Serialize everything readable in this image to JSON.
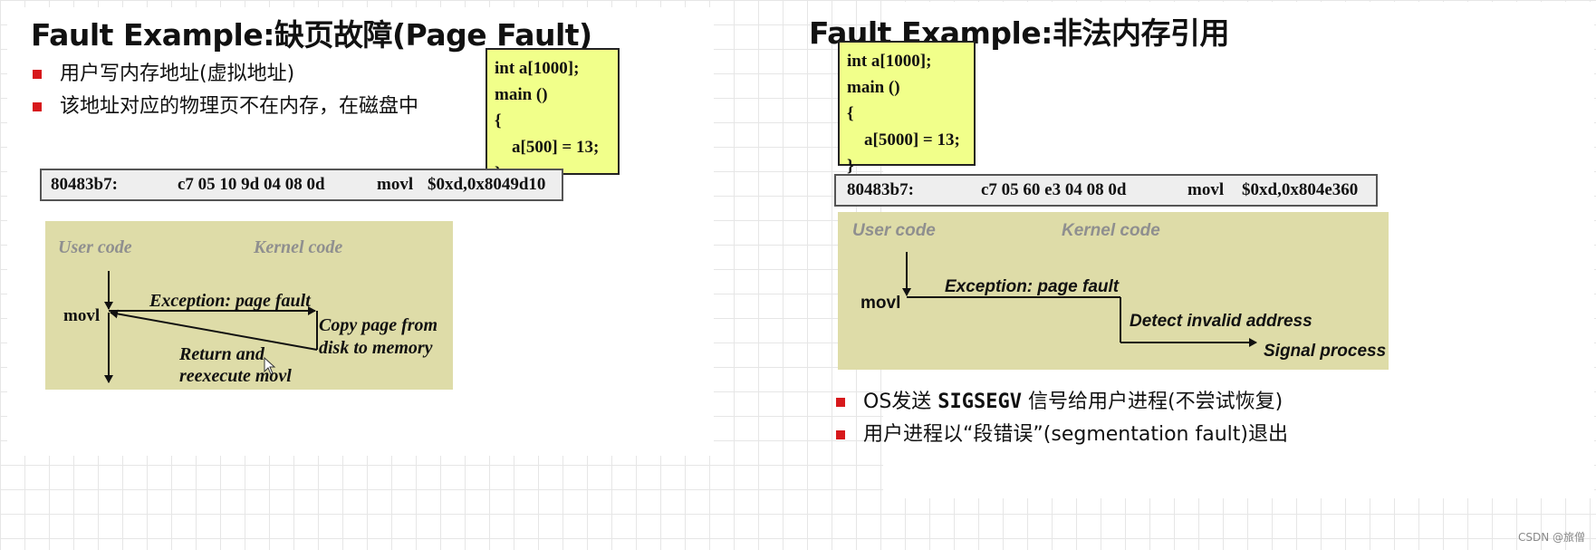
{
  "left": {
    "title": "Fault Example:缺页故障(Page Fault)",
    "bullets": [
      "用户写内存地址(虚拟地址)",
      "该地址对应的物理页不在内存，在磁盘中"
    ],
    "code": [
      "int a[1000];",
      "main ()",
      "{",
      "    a[500] = 13;",
      "}"
    ],
    "asm": {
      "address": "80483b7:",
      "bytes": "c7 05 10 9d 04 08 0d",
      "mnemonic": "movl",
      "operands": "$0xd,0x8049d10"
    },
    "diagram": {
      "user_code": "User code",
      "kernel_code": "Kernel code",
      "movl": "movl",
      "exception": "Exception: page fault",
      "copy_line1": "Copy page from",
      "copy_line2": "disk to memory",
      "return_line1": "Return and",
      "return_line2": "reexecute movl"
    }
  },
  "right": {
    "title": "Fault Example:非法内存引用",
    "code": [
      "int a[1000];",
      "main ()",
      "{",
      "    a[5000] = 13;",
      "}"
    ],
    "asm": {
      "address": "80483b7:",
      "bytes": "c7 05 60 e3 04 08 0d",
      "mnemonic": "movl",
      "operands": "$0xd,0x804e360"
    },
    "diagram": {
      "user_code": "User code",
      "kernel_code": "Kernel code",
      "movl": "movl",
      "exception": "Exception: page fault",
      "detect": "Detect invalid address",
      "signal": "Signal process"
    },
    "bullet1": {
      "pre": "OS发送 ",
      "code": "SIGSEGV",
      "post": " 信号给用户进程(不尝试恢复)"
    },
    "bullet2": "用户进程以“段错误”(segmentation fault)退出"
  },
  "colors": {
    "bullet": "#d7191c",
    "code_box": "#f1ff8a",
    "diagram_bg": "#dedca8"
  },
  "icons": {
    "bullet": "red-square",
    "cursor": "mouse-pointer"
  },
  "watermark": "CSDN @旅僧"
}
